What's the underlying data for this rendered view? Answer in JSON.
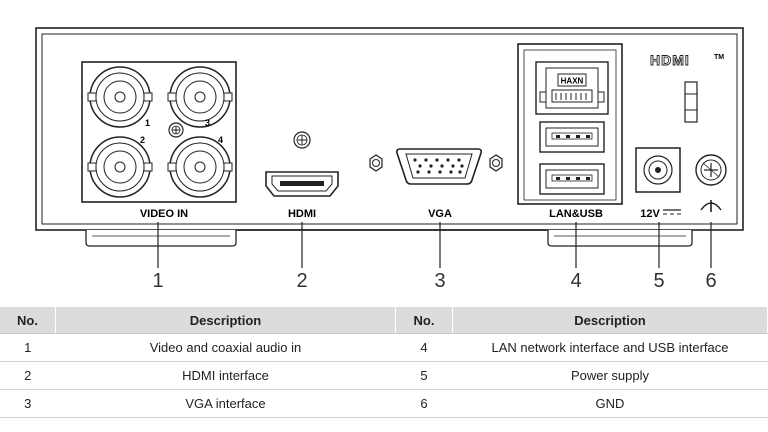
{
  "panel": {
    "port_labels": {
      "video_in": "VIDEO IN",
      "hdmi": "HDMI",
      "vga": "VGA",
      "lan_usb": "LAN&USB",
      "power": "12V",
      "hdmi_logo": "HDMI",
      "hdmi_tm": "TM",
      "rj45_text": "HAXN"
    },
    "bnc_numbers": [
      "1",
      "2",
      "3",
      "4"
    ]
  },
  "callouts": [
    "1",
    "2",
    "3",
    "4",
    "5",
    "6"
  ],
  "table": {
    "headers": {
      "no": "No.",
      "description": "Description"
    },
    "rows": [
      {
        "left_no": "1",
        "left_desc": "Video and coaxial audio in",
        "right_no": "4",
        "right_desc": "LAN network interface and USB interface"
      },
      {
        "left_no": "2",
        "left_desc": "HDMI interface",
        "right_no": "5",
        "right_desc": "Power supply"
      },
      {
        "left_no": "3",
        "left_desc": "VGA interface",
        "right_no": "6",
        "right_desc": "GND"
      }
    ]
  }
}
